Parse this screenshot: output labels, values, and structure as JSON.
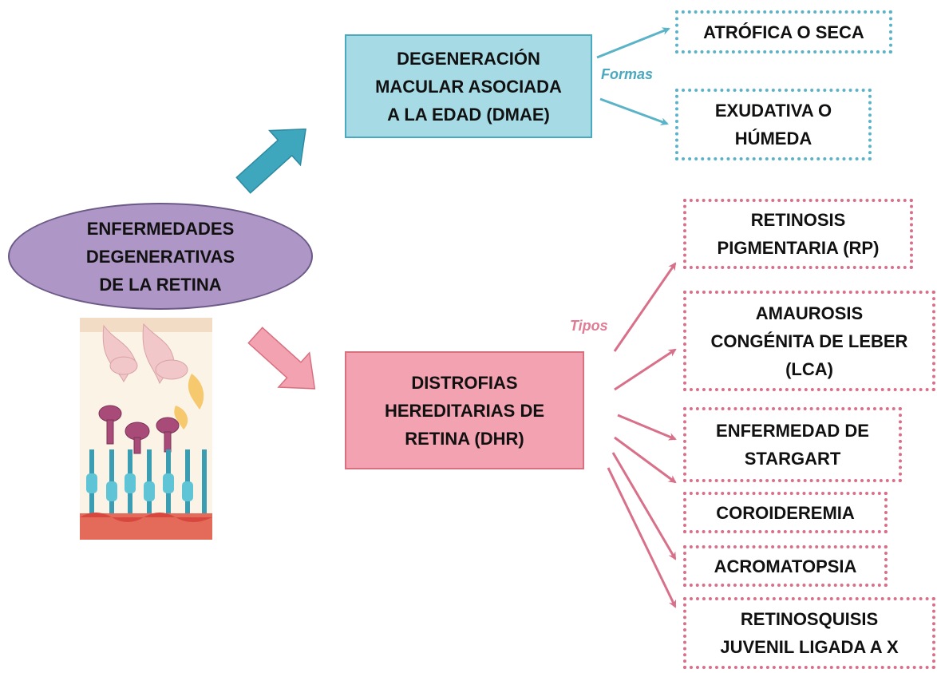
{
  "center": {
    "label_lines": [
      "ENFERMEDADES",
      "DEGENERATIVAS",
      "DE LA RETINA"
    ]
  },
  "dmae": {
    "label_lines": [
      "DEGENERACIÓN",
      "MACULAR ASOCIADA",
      "A LA EDAD (DMAE)"
    ],
    "branch_label": "Formas",
    "children": [
      {
        "lines": [
          "ATRÓFICA O SECA"
        ]
      },
      {
        "lines": [
          "EXUDATIVA O",
          "HÚMEDA"
        ]
      }
    ]
  },
  "dhr": {
    "label_lines": [
      "DISTROFIAS",
      "HEREDITARIAS DE",
      "RETINA (DHR)"
    ],
    "branch_label": "Tipos",
    "children": [
      {
        "lines": [
          "RETINOSIS",
          "PIGMENTARIA (RP)"
        ]
      },
      {
        "lines": [
          "AMAUROSIS",
          "CONGÉNITA DE LEBER",
          "(LCA)"
        ]
      },
      {
        "lines": [
          "ENFERMEDAD DE",
          "STARGART"
        ]
      },
      {
        "lines": [
          "COROIDEREMIA"
        ]
      },
      {
        "lines": [
          "ACROMATOPSIA"
        ]
      },
      {
        "lines": [
          "RETINOSQUISIS",
          "JUVENIL LIGADA A X"
        ]
      }
    ]
  },
  "colors": {
    "dmae_fill": "#a6dbe6",
    "dhr_fill": "#f2a2b0",
    "center_fill": "#ae96c6",
    "blue_accent": "#4aa9bf",
    "pink_accent": "#d8708a"
  }
}
